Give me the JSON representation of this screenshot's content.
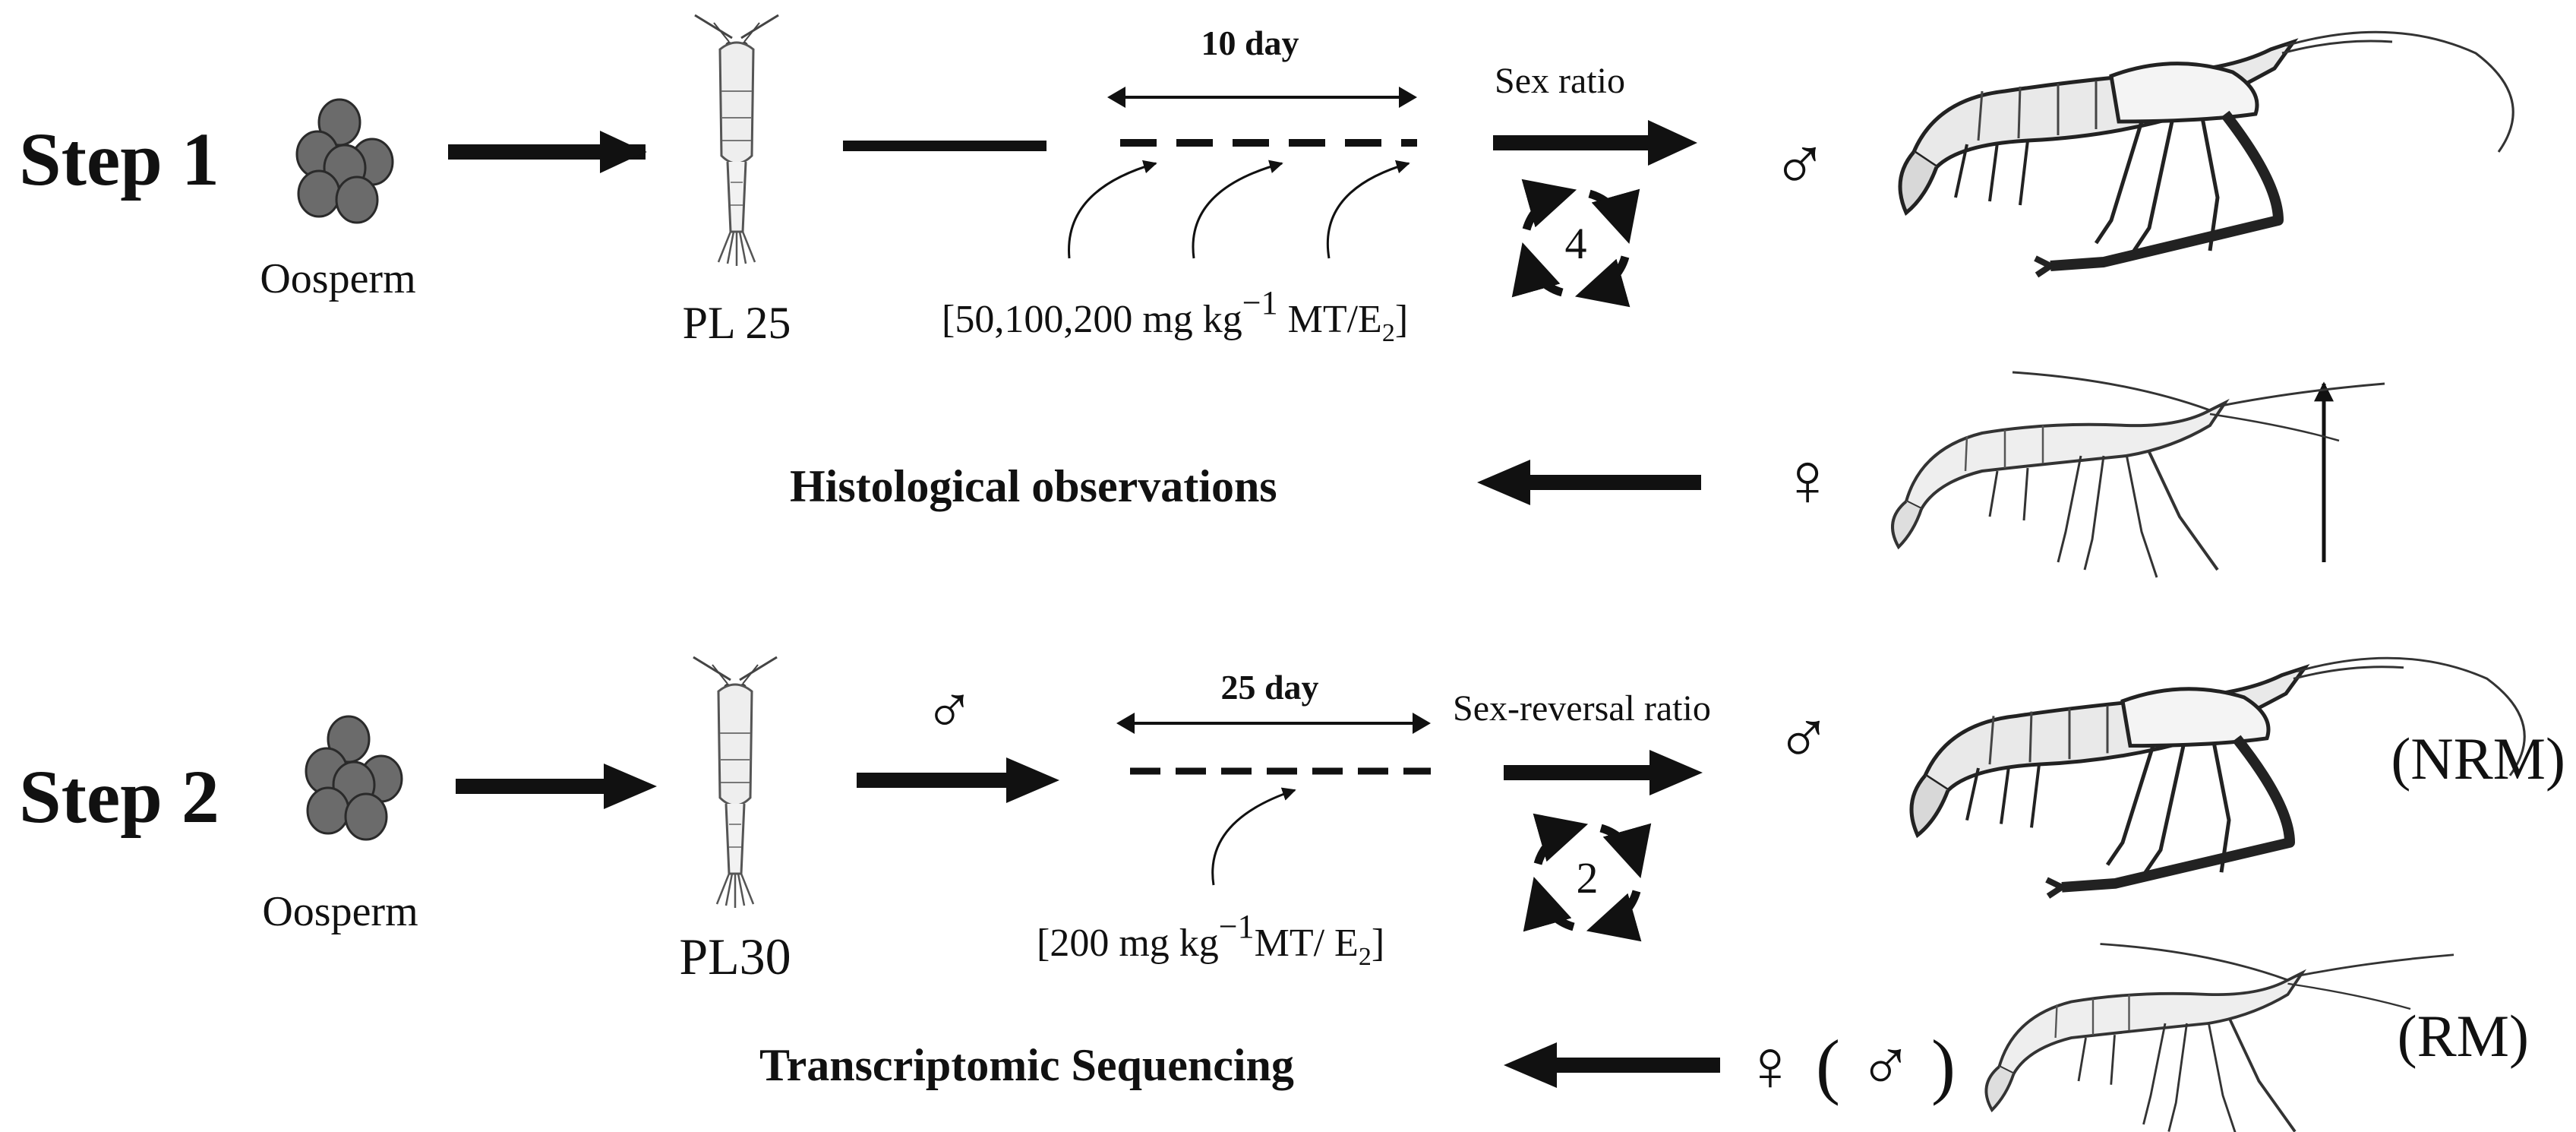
{
  "step1": {
    "label": "Step 1",
    "egg_label": "Oosperm",
    "larva_label": "PL 25",
    "duration_label": "10 day",
    "dose_label": "[50,100,200  mg kg",
    "dose_exp": "−1",
    "dose_suffix": " MT/E",
    "dose_sub": "2",
    "dose_close": "]",
    "outcome_label": "Sex ratio",
    "cycle_number": "4",
    "male_symbol": "♂",
    "female_symbol": "♀",
    "analysis_label": "Histological observations"
  },
  "step2": {
    "label": "Step 2",
    "egg_label": "Oosperm",
    "larva_label": "PL30",
    "input_symbol": "♂",
    "duration_label": "25 day",
    "dose_label": "[200 mg kg",
    "dose_exp": "−1",
    "dose_suffix": "MT/ E",
    "dose_sub": "2",
    "dose_close": "]",
    "outcome_label": "Sex-reversal ratio",
    "cycle_number": "2",
    "male_symbol": "♂",
    "nrm_label": "(NRM)",
    "female_group_label": "♀ ( ♂ )",
    "rm_label": "(RM)",
    "analysis_label": "Transcriptomic Sequencing"
  },
  "colors": {
    "ink": "#111111",
    "egg_fill": "#6b6b6b",
    "egg_stroke": "#2a2a2a"
  }
}
